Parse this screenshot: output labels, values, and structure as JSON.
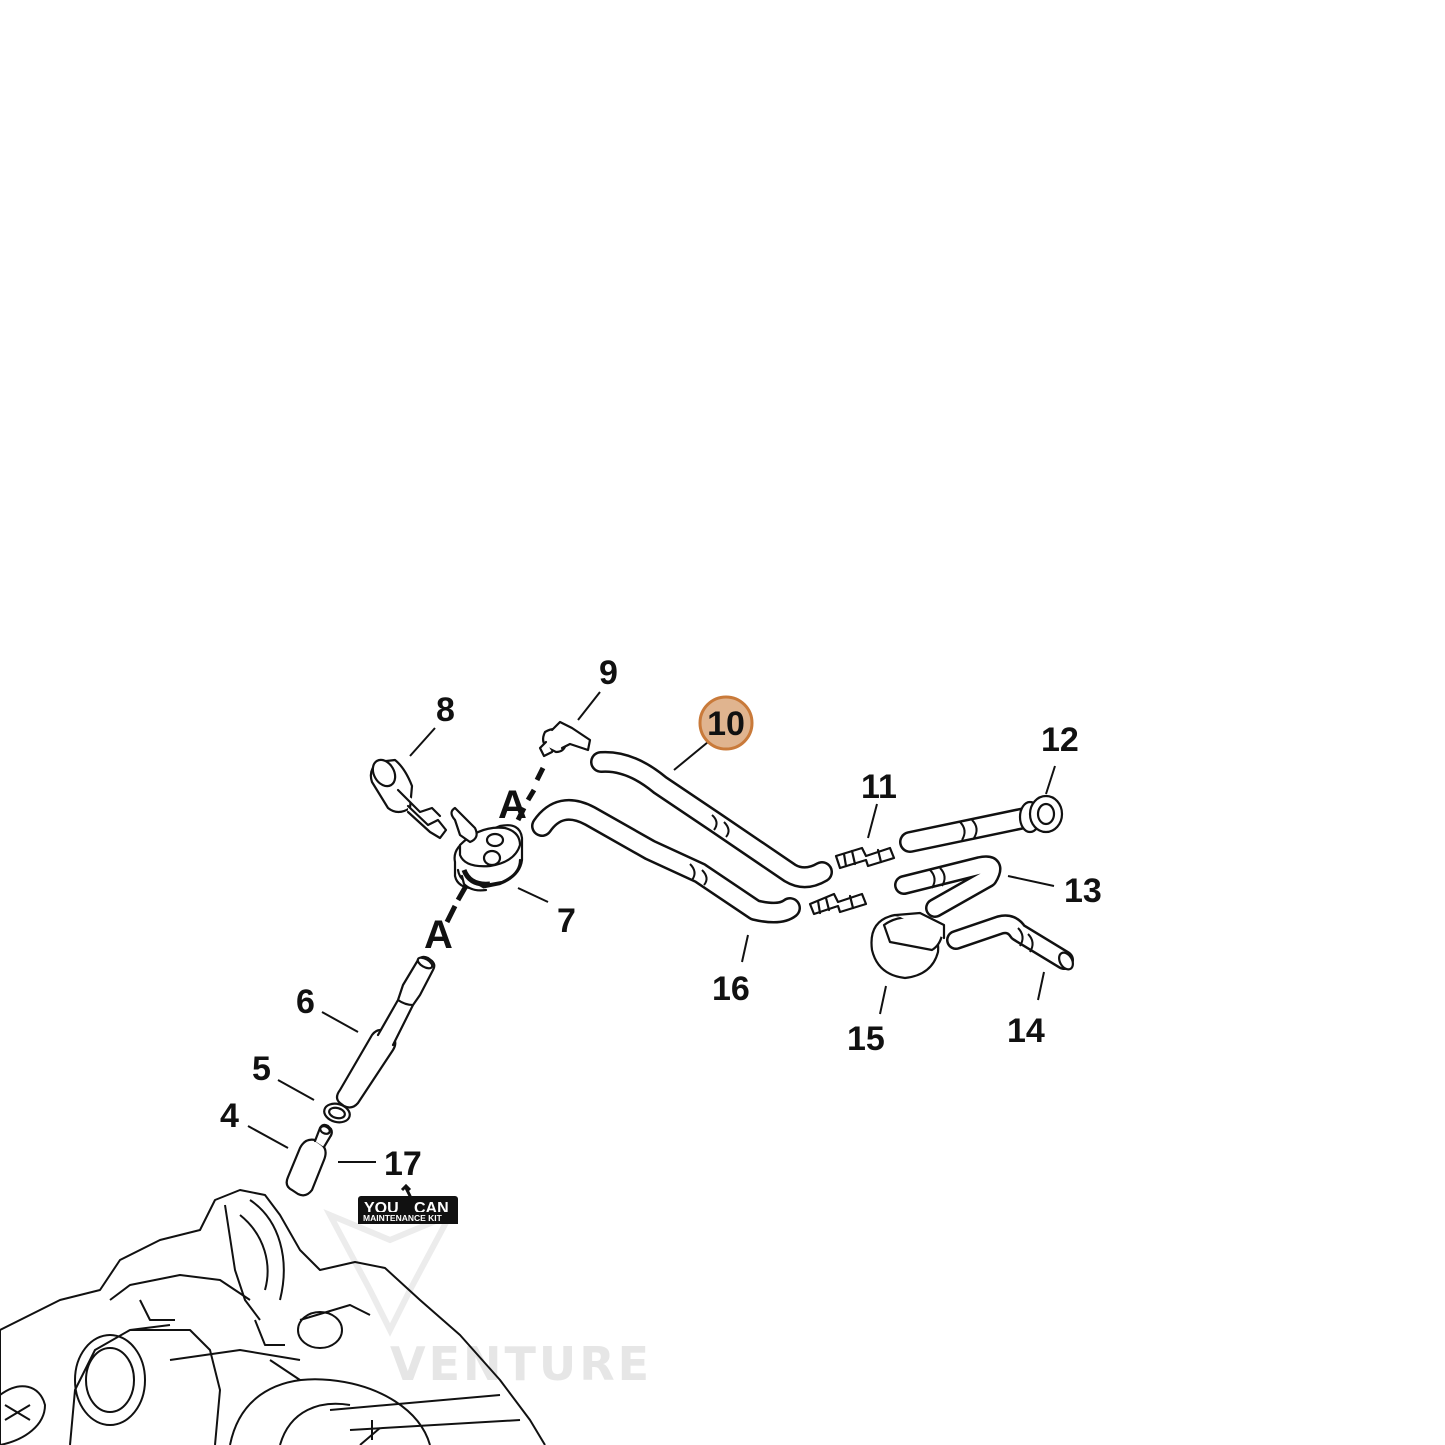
{
  "callouts": {
    "c4": "4",
    "c5": "5",
    "c6": "6",
    "c7": "7",
    "c8": "8",
    "c9": "9",
    "c10": "10",
    "c11": "11",
    "c12": "12",
    "c13": "13",
    "c14": "14",
    "c15": "15",
    "c16": "16",
    "c17": "17"
  },
  "section_labels": {
    "top": "A",
    "bottom": "A"
  },
  "highlight": {
    "part": "10",
    "fill": "#e0b48f",
    "stroke": "#c97a3a"
  },
  "badge": {
    "left": "YOU",
    "right": "CAN",
    "sub": "MAINTENANCE KIT"
  },
  "watermark": {
    "text": "VENTURE"
  },
  "colors": {
    "ink": "#111111",
    "watermark": "#e6e6e6",
    "paper": "#ffffff"
  }
}
